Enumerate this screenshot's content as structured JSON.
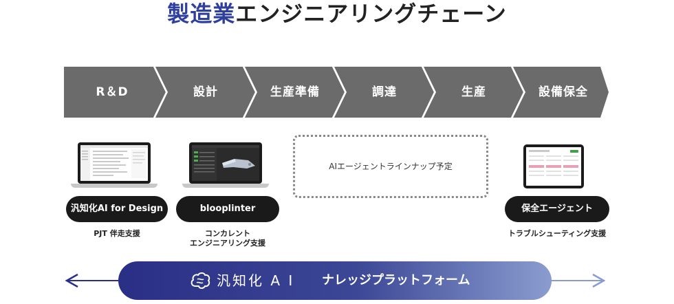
{
  "title": {
    "accent": "製造業",
    "rest": "エンジニアリングチェーン"
  },
  "chain": {
    "color": "#6b6b6b",
    "stages": [
      "R＆D",
      "設計",
      "生産準備",
      "調達",
      "生産",
      "設備保全"
    ]
  },
  "tools": {
    "design": {
      "label": "汎知化AI for Design",
      "caption_lines": [
        "PJT 伴走支援"
      ]
    },
    "bloop": {
      "label": "blooplinter",
      "caption_lines": [
        "コンカレント",
        "エンジニアリング支援"
      ]
    },
    "planned": {
      "label": "AIエージェントラインナップ予定"
    },
    "maintenance": {
      "label": "保全エージェント",
      "caption_lines": [
        "トラブルシューティング支援"
      ]
    }
  },
  "platform": {
    "brand": "汎知化 A I",
    "label": "ナレッジプラットフォーム",
    "gradient_start": "#2a2f85",
    "gradient_end": "#8a9ccf"
  },
  "icons": [
    "brain-icon",
    "left-arrow-icon",
    "right-arrow-icon",
    "laptop-icon",
    "tablet-icon"
  ]
}
